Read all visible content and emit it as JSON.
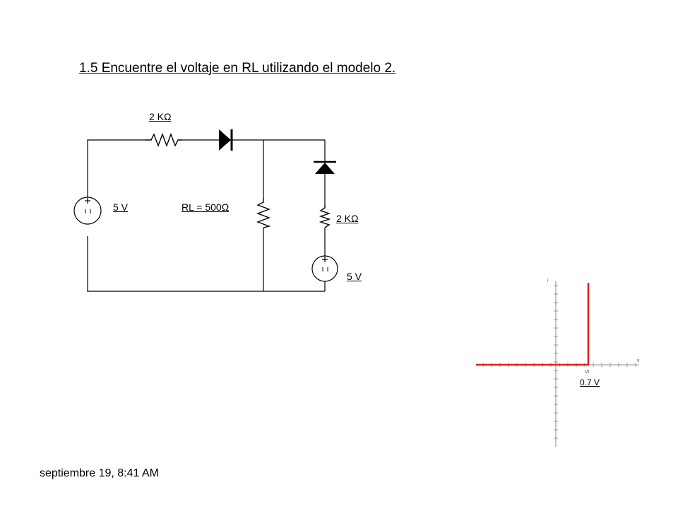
{
  "title": "1.5  Encuentre el voltaje en RL utilizando el modelo 2.",
  "circuit": {
    "r1_label": "2 KΩ",
    "source1_label": "5 V",
    "rl_label": "RL = 500Ω",
    "r2_label": "2 KΩ",
    "source2_label": "5 V"
  },
  "iv_graph": {
    "i_axis_label": "i",
    "v_axis_label": "v",
    "vt_label": "Vt",
    "threshold_label": "0.7 V",
    "curve_color": "#e02020"
  },
  "footer": {
    "timestamp": "septiembre 19, 8:41 AM"
  }
}
